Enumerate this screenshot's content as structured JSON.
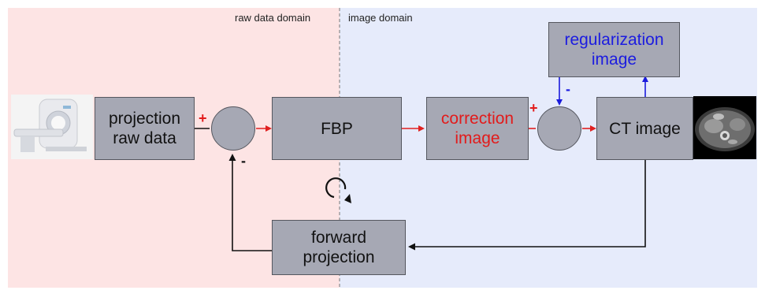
{
  "domains": {
    "raw": "raw data domain",
    "image": "image domain"
  },
  "boxes": {
    "projection": [
      "projection",
      "raw data"
    ],
    "fbp": [
      "FBP"
    ],
    "correction": [
      "correction",
      "image"
    ],
    "ct": [
      "CT image"
    ],
    "regularization": [
      "regularization",
      "image"
    ],
    "forward": [
      "forward",
      "projection"
    ]
  },
  "signs": {
    "sum1_plus": "+",
    "sum1_minus": "-",
    "sum2_plus": "+",
    "sum2_minus": "-"
  },
  "colors": {
    "background_raw": "#fde4e4",
    "background_image": "#e6ebfb",
    "box_fill": "#a6a8b4",
    "box_border": "#55575f",
    "arrow_red": "#e02020",
    "arrow_blue": "#1a1adc",
    "arrow_black": "#111111",
    "text_red": "#e21b1b",
    "text_blue": "#1c1ce0"
  },
  "icons": [
    "ct-scanner-icon",
    "ct-scan-slice-icon",
    "iteration-loop-icon"
  ]
}
